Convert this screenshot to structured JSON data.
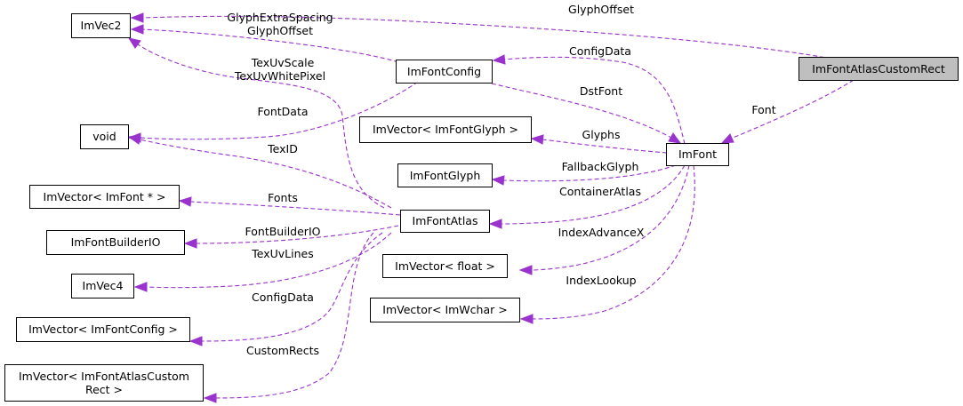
{
  "nodes": {
    "imvec2": "ImVec2",
    "imfontconfig": "ImFontConfig",
    "customrect": "ImFontAtlasCustomRect",
    "void": "void",
    "vec_glyph": "ImVector< ImFontGlyph >",
    "imfont": "ImFont",
    "imfontglyph": "ImFontGlyph",
    "vec_font": "ImVector< ImFont * >",
    "imfontatlas": "ImFontAtlas",
    "builderio": "ImFontBuilderIO",
    "vec_float": "ImVector< float >",
    "imvec4": "ImVec4",
    "vec_wchar": "ImVector< ImWchar >",
    "vec_config": "ImVector< ImFontConfig >",
    "vec_customrect_line1": "ImVector< ImFontAtlasCustom",
    "vec_customrect_line2": "Rect >"
  },
  "edge_labels": {
    "glyph_offset_top": "GlyphOffset",
    "glyph_extra_spacing": "GlyphExtraSpacing",
    "glyph_offset_config": "GlyphOffset",
    "tex_uv_scale": "TexUvScale",
    "tex_uv_white_pixel": "TexUvWhitePixel",
    "config_data_font": "ConfigData",
    "dst_font": "DstFont",
    "font": "Font",
    "font_data": "FontData",
    "glyphs": "Glyphs",
    "tex_id": "TexID",
    "fallback_glyph": "FallbackGlyph",
    "container_atlas": "ContainerAtlas",
    "fonts": "Fonts",
    "font_builder_io": "FontBuilderIO",
    "index_advance_x": "IndexAdvanceX",
    "tex_uv_lines": "TexUvLines",
    "index_lookup": "IndexLookup",
    "config_data_atlas": "ConfigData",
    "custom_rects": "CustomRects"
  },
  "colors": {
    "edge": "#9a32cd",
    "node_border": "#000000",
    "highlight_fill": "#bfbfbf"
  }
}
